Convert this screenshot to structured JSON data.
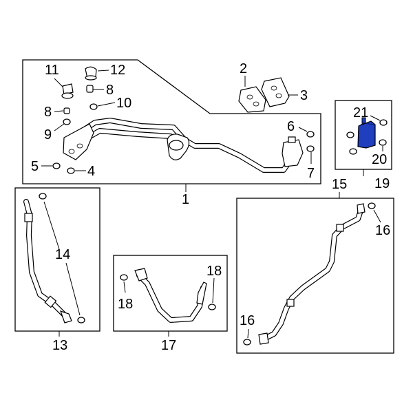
{
  "diagram": {
    "highlight_color": "#1f3fbf",
    "callouts": {
      "c1": "1",
      "c2": "2",
      "c3": "3",
      "c4": "4",
      "c5": "5",
      "c6": "6",
      "c7": "7",
      "c8a": "8",
      "c8b": "8",
      "c9": "9",
      "c10": "10",
      "c11": "11",
      "c12": "12",
      "c13": "13",
      "c14": "14",
      "c15": "15",
      "c16a": "16",
      "c16b": "16",
      "c17": "17",
      "c18a": "18",
      "c18b": "18",
      "c19": "19",
      "c20": "20",
      "c21": "21"
    }
  }
}
